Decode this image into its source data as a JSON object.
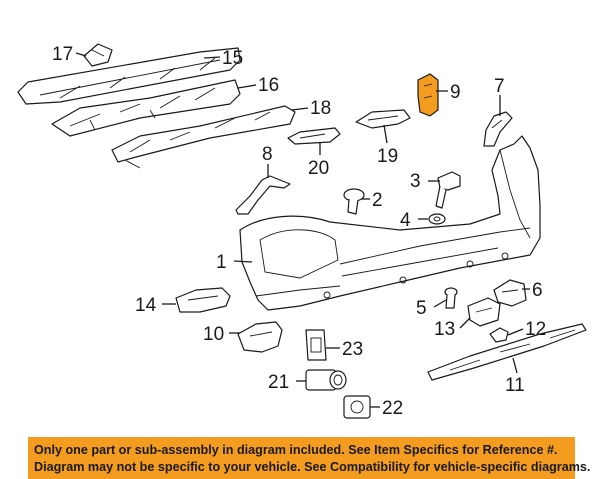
{
  "callouts": {
    "c1": "1",
    "c2": "2",
    "c3": "3",
    "c4": "4",
    "c5": "5",
    "c6": "6",
    "c7": "7",
    "c8": "8",
    "c9": "9",
    "c10": "10",
    "c11": "11",
    "c12": "12",
    "c13": "13",
    "c14": "14",
    "c15": "15",
    "c16": "16",
    "c17": "17",
    "c18": "18",
    "c19": "19",
    "c20": "20",
    "c21": "21",
    "c22": "22",
    "c23": "23"
  },
  "highlighted_part": "9",
  "highlight_color": "#f39c1f",
  "footer": {
    "line1": "Only one part or sub-assembly in diagram included. See Item Specifics for Reference #.",
    "line2": "Diagram may not be specific to your vehicle. See Compatibility for vehicle-specific diagrams."
  }
}
